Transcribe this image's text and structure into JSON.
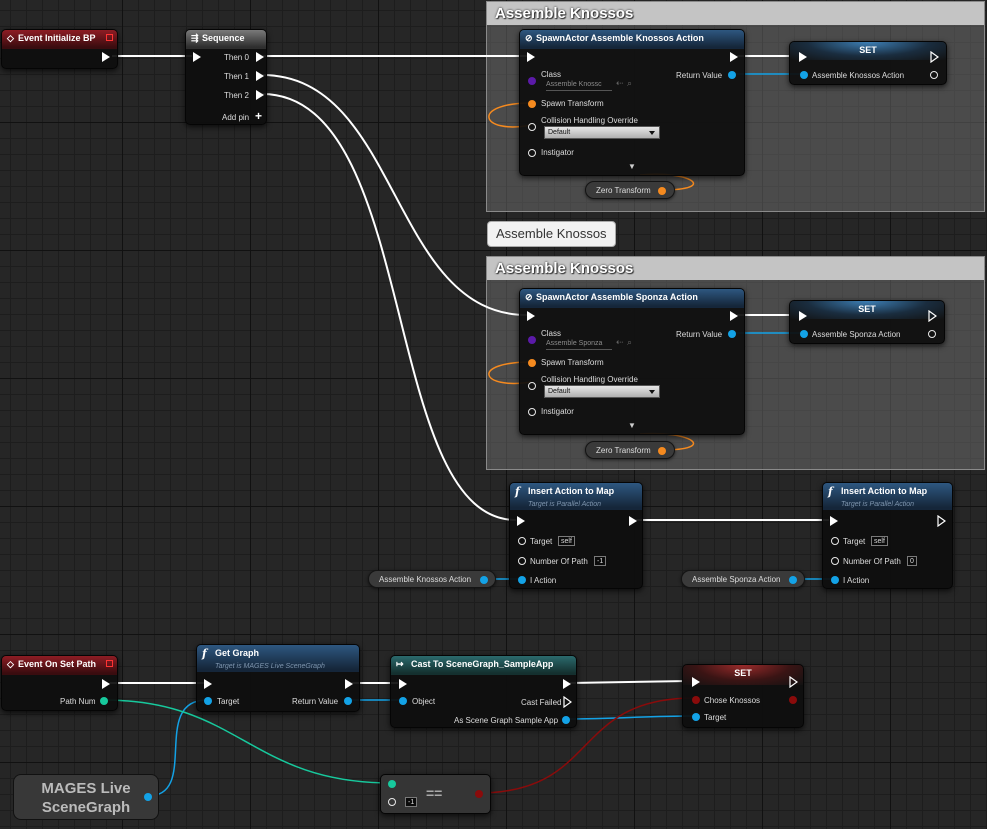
{
  "comments": [
    {
      "title": "Assemble Knossos"
    },
    {
      "title": "Assemble Knossos"
    }
  ],
  "bubble": "Assemble Knossos",
  "event_init": {
    "title": "Event Initialize BP"
  },
  "sequence": {
    "title": "Sequence",
    "pins": [
      "Then 0",
      "Then 1",
      "Then 2"
    ],
    "add_pin": "Add pin"
  },
  "spawn1": {
    "title": "SpawnActor Assemble Knossos Action",
    "class_label": "Class",
    "class_value": "Assemble Knossc",
    "return_label": "Return Value",
    "spawn_transform": "Spawn Transform",
    "collision_label": "Collision Handling Override",
    "collision_value": "Default",
    "instigator": "Instigator"
  },
  "spawn2": {
    "title": "SpawnActor Assemble Sponza Action",
    "class_label": "Class",
    "class_value": "Assemble Sponza",
    "return_label": "Return Value",
    "spawn_transform": "Spawn Transform",
    "collision_label": "Collision Handling Override",
    "collision_value": "Default",
    "instigator": "Instigator"
  },
  "zero_transform": [
    "Zero Transform",
    "Zero Transform"
  ],
  "set1": {
    "title": "SET",
    "var": "Assemble Knossos Action"
  },
  "set2": {
    "title": "SET",
    "var": "Assemble Sponza Action"
  },
  "insert1": {
    "title": "Insert Action to Map",
    "subtitle": "Target is Parallel Action",
    "target": "Target",
    "target_value": "self",
    "number_of_path": "Number Of Path",
    "number_value": "-1",
    "i_action": "I Action"
  },
  "insert2": {
    "title": "Insert Action to Map",
    "subtitle": "Target is Parallel Action",
    "target": "Target",
    "target_value": "self",
    "number_of_path": "Number Of Path",
    "number_value": "0",
    "i_action": "I Action"
  },
  "getvar1": "Assemble Knossos Action",
  "getvar2": "Assemble Sponza Action",
  "event_set_path": {
    "title": "Event On Set Path",
    "pin": "Path Num"
  },
  "get_graph": {
    "title": "Get Graph",
    "subtitle": "Target is MAGES Live SceneGraph",
    "target": "Target",
    "return_label": "Return Value"
  },
  "cast": {
    "title": "Cast To SceneGraph_SampleApp",
    "object": "Object",
    "cast_failed": "Cast Failed",
    "as_label": "As Scene Graph Sample App"
  },
  "set3": {
    "title": "SET",
    "var": "Chose Knossos",
    "target": "Target"
  },
  "mages_var": {
    "line1": "MAGES Live",
    "line2": "SceneGraph"
  },
  "equals": {
    "symbol": "==",
    "value": "-1"
  },
  "colors": {
    "exec": "#ffffff",
    "object": "#13a2e6",
    "struct": "#f58a1f",
    "class": "#5b1aa8",
    "int": "#17c99d",
    "bool": "#8a0b0b"
  }
}
